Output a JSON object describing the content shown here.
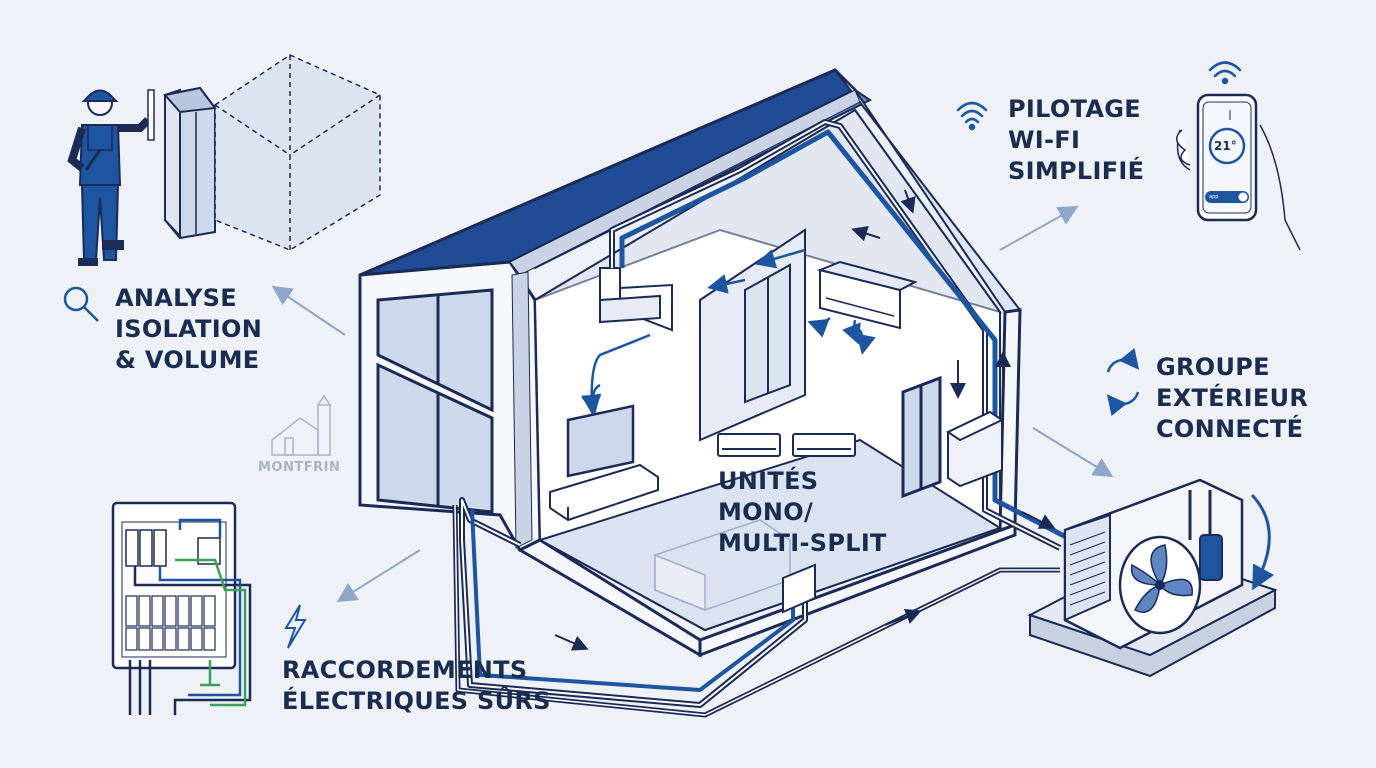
{
  "labels": {
    "analyse": [
      "ANALYSE",
      "ISOLATION",
      "& VOLUME"
    ],
    "pilotage": [
      "PILOTAGE",
      "WI-FI",
      "SIMPLIFIÉ"
    ],
    "groupe": [
      "GROUPE",
      "EXTÉRIEUR",
      "CONNECTÉ"
    ],
    "unites": [
      "UNITÉS",
      "MONO/",
      "MULTI-SPLIT"
    ],
    "raccordements": [
      "RACCORDEMENTS",
      "ÉLECTRIQUES SÛRS"
    ]
  },
  "watermark": "MONTFRIN",
  "phone": {
    "temperature": "21°",
    "mode": "app"
  },
  "colors": {
    "background": "#eef1f6",
    "navy": "#1b2b55",
    "blue": "#1e55a0",
    "roof": "#1f4c94",
    "light_blue": "#cdd8ea",
    "green": "#3aa05a",
    "arrow": "#8ea6c8"
  },
  "icons": [
    "worker-icon",
    "magnifier-icon",
    "wifi-icon",
    "phone-icon",
    "cycle-icon",
    "lightning-icon",
    "house-logo-icon"
  ]
}
